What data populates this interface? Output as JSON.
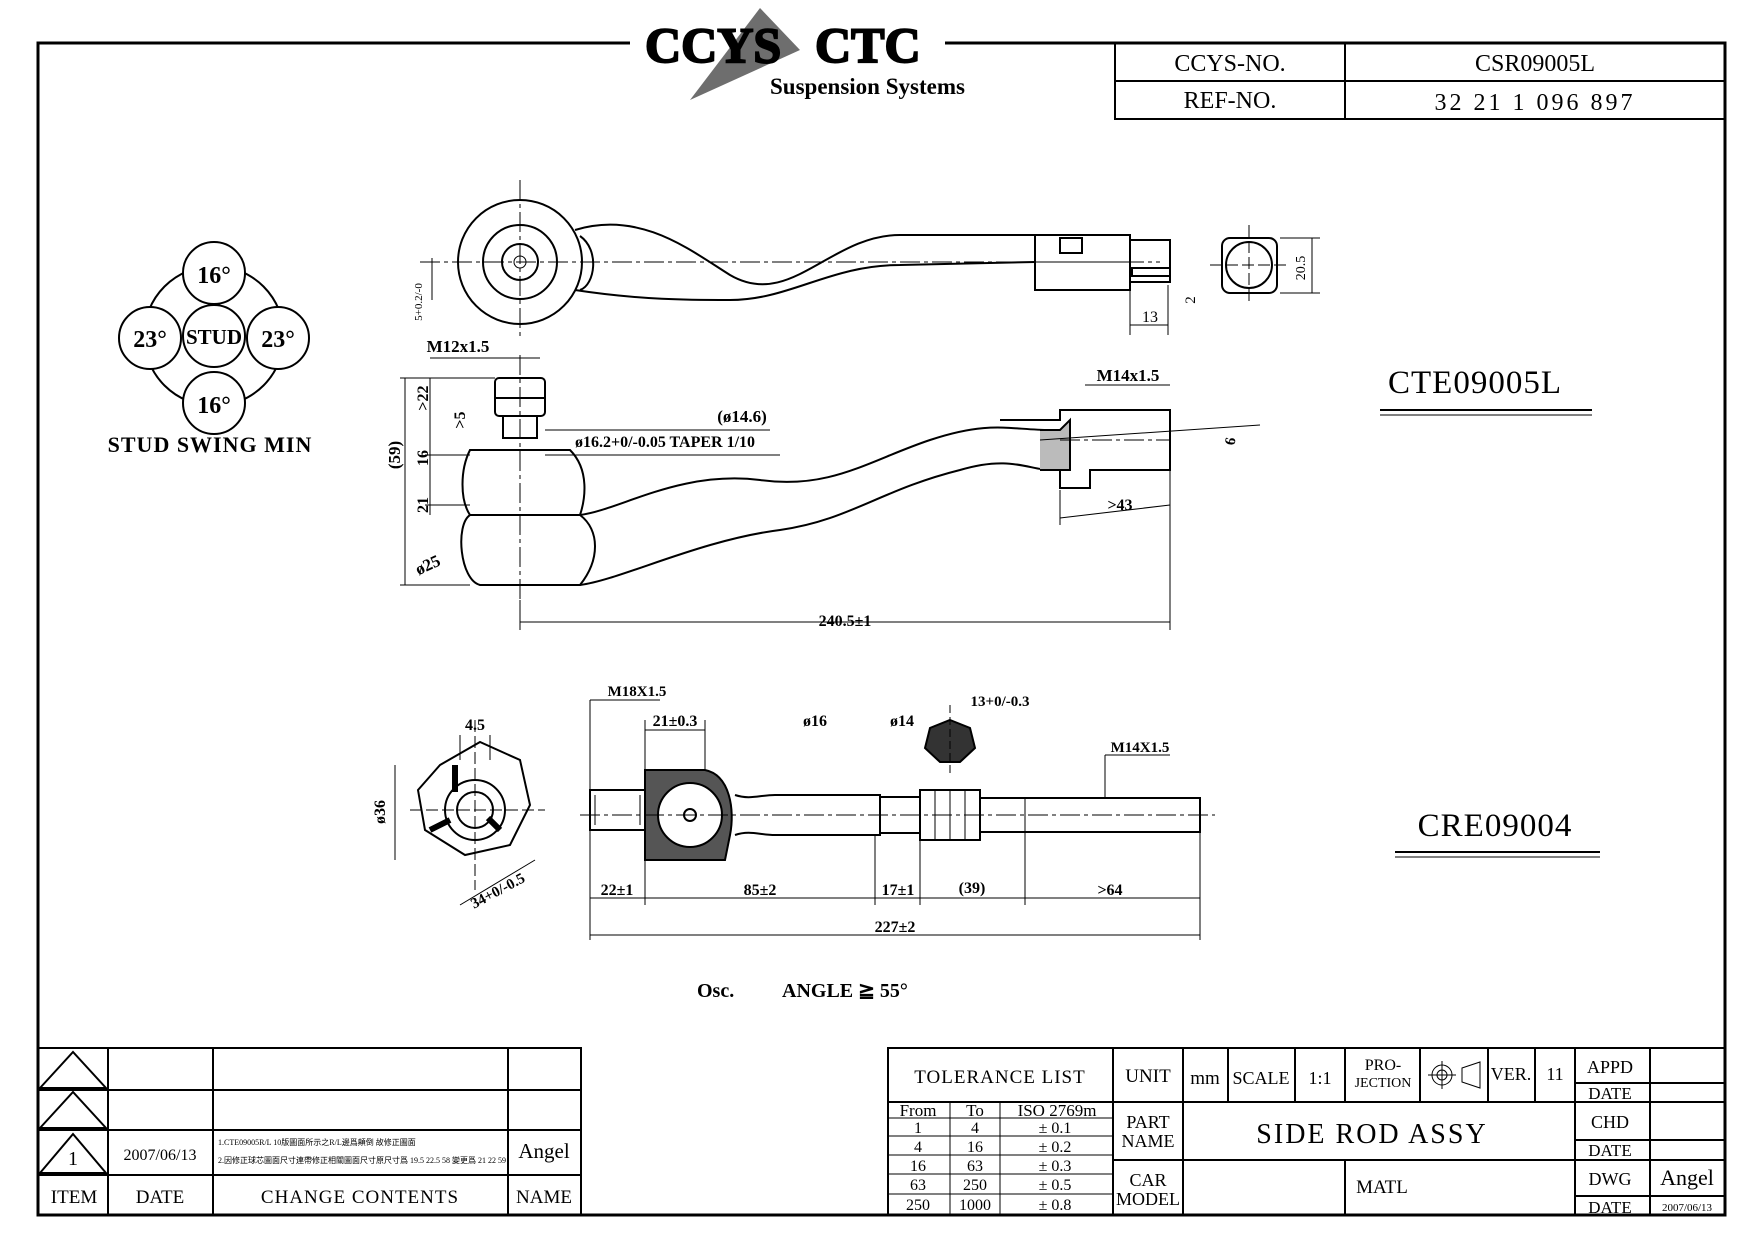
{
  "header": {
    "logo_text_left": "CCYS",
    "logo_text_right": "CTC",
    "tagline": "Suspension Systems",
    "ccys_no_label": "CCYS-NO.",
    "ccys_no_value": "CSR09005L",
    "ref_no_label": "REF-NO.",
    "ref_no_value": "32 21 1 096 897"
  },
  "stud_swing": {
    "top": "16°",
    "bottom": "16°",
    "left": "23°",
    "right": "23°",
    "center": "STUD",
    "caption": "STUD SWING MIN"
  },
  "part_codes": {
    "upper": "CTE09005L",
    "lower": "CRE09004"
  },
  "dims_upper": {
    "m12": "M12x1.5",
    "m14": "M14x1.5",
    "phi146": "(ø14.6)",
    "taper": "ø16.2+0/-0.05 TAPER 1/10",
    "d59": "(59)",
    "d22": ">22",
    "d5": ">5",
    "d16": "16",
    "d21": "21",
    "phi25": "ø25",
    "d43": ">43",
    "len": "240.5±1",
    "d6": "6",
    "d13": "13",
    "d2": "2",
    "d205": "20.5",
    "d5tol": "5+0.2/-0"
  },
  "dims_lower": {
    "m18": "M18X1.5",
    "d21": "21±0.3",
    "phi16": "ø16",
    "phi14": "ø14",
    "hex13": "13+0/-0.3",
    "m14": "M14X1.5",
    "d45": "4.5",
    "phi36": "ø36",
    "d34": "34+0/-0.5",
    "s22": "22±1",
    "s85": "85±2",
    "s17": "17±1",
    "s39": "(39)",
    "s64": ">64",
    "total": "227±2",
    "osc_label": "Osc.",
    "angle": "ANGLE ≧ 55°"
  },
  "revision": {
    "item_header": "ITEM",
    "date_header": "DATE",
    "contents_header": "CHANGE CONTENTS",
    "name_header": "NAME",
    "row1_item": "1",
    "row1_date": "2007/06/13",
    "row1_line1": "1.CTE09005R/L 10版圖面所示之R/L邊爲顛倒 故修正圖面",
    "row1_line2": "2.因修正球芯圖面尺寸連帶修正相關圖面尺寸原尺寸爲 19.5 22.5 58 變更爲 21 22 59",
    "row1_name": "Angel"
  },
  "title_block": {
    "tolerance_title": "TOLERANCE LIST",
    "tol_headers": [
      "From",
      "To",
      "ISO 2769m"
    ],
    "tol_rows": [
      [
        "1",
        "4",
        "± 0.1"
      ],
      [
        "4",
        "16",
        "± 0.2"
      ],
      [
        "16",
        "63",
        "± 0.3"
      ],
      [
        "63",
        "250",
        "± 0.5"
      ],
      [
        "250",
        "1000",
        "± 0.8"
      ]
    ],
    "unit_label": "UNIT",
    "unit_value": "mm",
    "scale_label": "SCALE",
    "scale_value": "1:1",
    "projection_label_1": "PRO-",
    "projection_label_2": "JECTION",
    "ver_label": "VER.",
    "ver_value": "11",
    "part_name_label_1": "PART",
    "part_name_label_2": "NAME",
    "part_name": "SIDE ROD ASSY",
    "car_model_label_1": "CAR",
    "car_model_label_2": "MODEL",
    "matl_label": "MATL",
    "appd": "APPD",
    "chd": "CHD",
    "dwg": "DWG",
    "date": "DATE",
    "dwg_name": "Angel",
    "dwg_date": "2007/06/13"
  }
}
